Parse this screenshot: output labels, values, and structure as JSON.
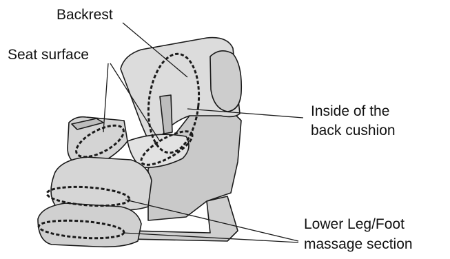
{
  "diagram": {
    "labels": {
      "backrest": "Backrest",
      "seat_surface": "Seat surface",
      "inside_back_cushion_line1": "Inside of the",
      "inside_back_cushion_line2": "back cushion",
      "lower_leg_line1": "Lower Leg/Foot",
      "lower_leg_line2": "massage section"
    },
    "colors": {
      "outline": "#1a1a1a",
      "chair_fill": "#d9d9d9",
      "chair_shade": "#c4c4c4",
      "highlight_dash": "#1a1a1a",
      "text": "#111111"
    },
    "icons": [
      "massage-chair-illustration"
    ]
  }
}
